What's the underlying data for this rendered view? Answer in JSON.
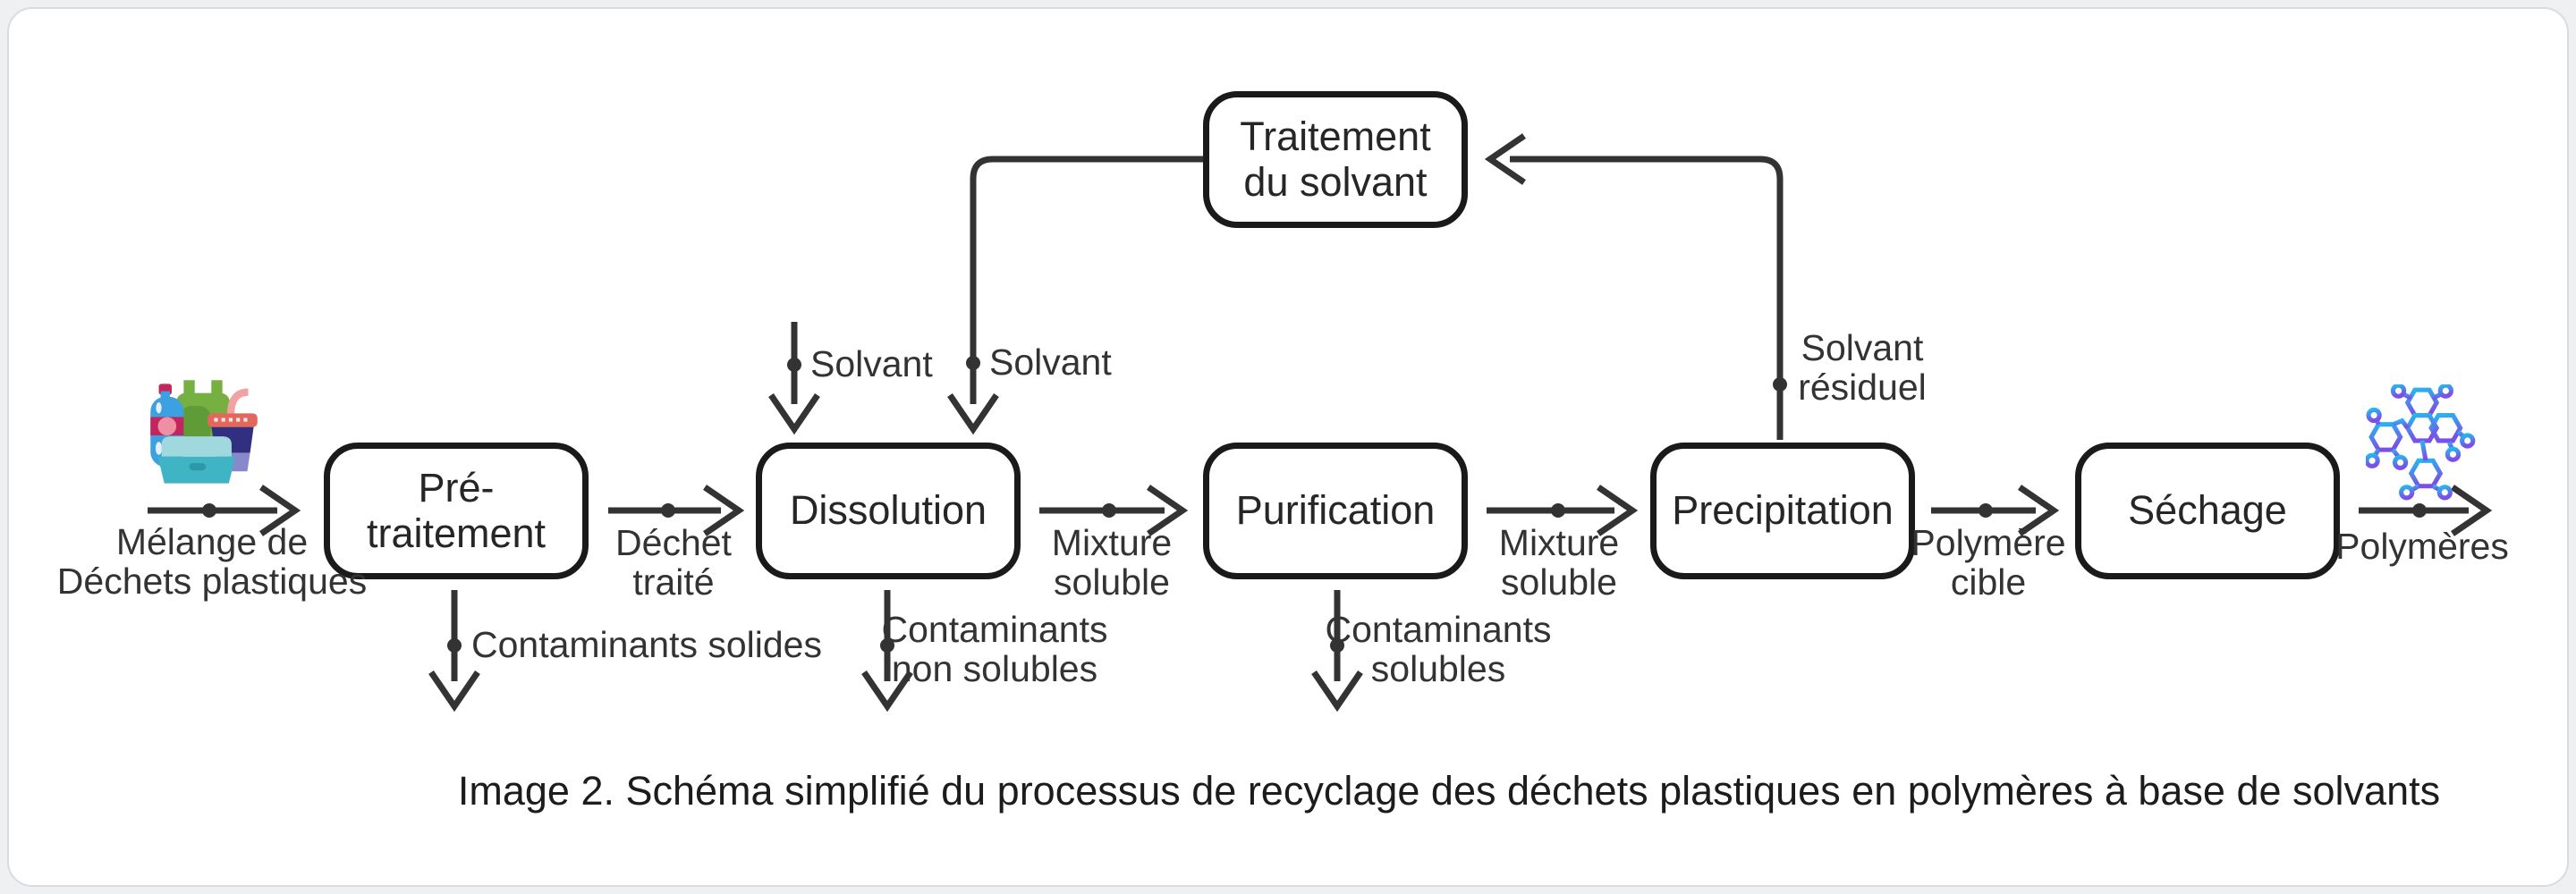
{
  "canvas": {
    "background": "#eef0f2",
    "card_background": "#ffffff",
    "card_border": "#d9dcdf"
  },
  "style": {
    "line_color": "#333333",
    "node_border": "#1a1a1a",
    "text_color": "#262626"
  },
  "nodes": {
    "traitement_du_solvant": "Traitement du solvant",
    "pre_traitement": "Pré-traitement",
    "dissolution": "Dissolution",
    "purification": "Purification",
    "precipitation": "Precipitation",
    "sechage": "Séchage"
  },
  "edge_labels": {
    "melange": {
      "line1": "Mélange de",
      "line2": "Déchets plastiques"
    },
    "dechet_traite": {
      "line1": "Déchet",
      "line2": "traité"
    },
    "mixture_soluble_1": {
      "line1": "Mixture",
      "line2": "soluble"
    },
    "mixture_soluble_2": {
      "line1": "Mixture",
      "line2": "soluble"
    },
    "polymere_cible": {
      "line1": "Polymère",
      "line2": "cible"
    },
    "polymeres": "Polymères",
    "contaminants_solides": "Contaminants solides",
    "contaminants_non_solubles": {
      "line1": "Contaminants",
      "line2": "non solubles"
    },
    "contaminants_solubles": {
      "line1": "Contaminants",
      "line2": "solubles"
    },
    "solvant_frais": "Solvant",
    "solvant_recycle": "Solvant",
    "solvant_residuel": {
      "line1": "Solvant",
      "line2": "résiduel"
    }
  },
  "caption": "Image 2. Schéma simplifié du processus de recyclage des déchets plastiques en polymères à base de solvants",
  "icons": {
    "waste_icon": "plastic-waste-icon",
    "polymer_icon": "polymer-molecule-icon",
    "polymer_gradient": {
      "top": "#24b9ef",
      "bottom": "#7b4fe9"
    },
    "waste_colors": {
      "bottle": "#3da0e0",
      "bottle_band": "#c2265c",
      "bottle_circle": "#ef8fa3",
      "bag": "#76b043",
      "bag_dark": "#5f9c38",
      "straw": "#f2a2a2",
      "cup_lid": "#e2685e",
      "cup_body": "#312f80",
      "cup_bottom": "#8889cc",
      "container": "#3fb4c4",
      "container_lid": "#9fd8dd",
      "container_notch": "#2f98a8"
    }
  }
}
